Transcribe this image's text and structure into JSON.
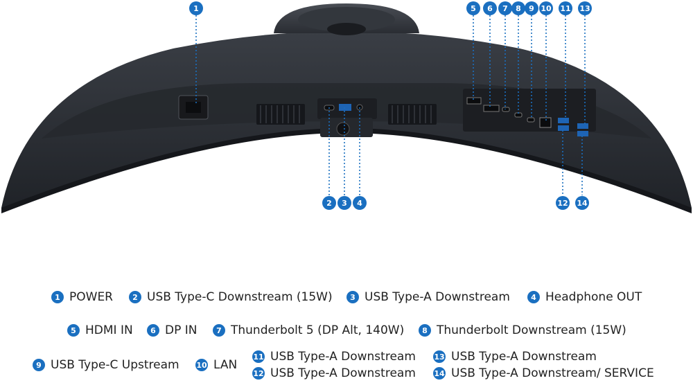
{
  "callouts_top": [
    "1",
    "5",
    "6",
    "7",
    "8",
    "9",
    "10",
    "11",
    "13"
  ],
  "callouts_bottom": [
    "2",
    "3",
    "4",
    "12",
    "14"
  ],
  "legend": [
    {
      "num": "1",
      "label": "POWER"
    },
    {
      "num": "2",
      "label": "USB Type-C Downstream (15W)"
    },
    {
      "num": "3",
      "label": "USB Type-A Downstream"
    },
    {
      "num": "4",
      "label": "Headphone OUT"
    },
    {
      "num": "5",
      "label": "HDMI IN"
    },
    {
      "num": "6",
      "label": "DP IN"
    },
    {
      "num": "7",
      "label": "Thunderbolt 5 (DP Alt, 140W)"
    },
    {
      "num": "8",
      "label": "Thunderbolt Downstream (15W)"
    },
    {
      "num": "9",
      "label": "USB Type-C Upstream"
    },
    {
      "num": "10",
      "label": "LAN"
    },
    {
      "num": "11",
      "label": "USB Type-A Downstream"
    },
    {
      "num": "12",
      "label": "USB Type-A Downstream"
    },
    {
      "num": "13",
      "label": "USB Type-A Downstream"
    },
    {
      "num": "14",
      "label": "USB Type-A Downstream/ SERVICE"
    }
  ],
  "colors": {
    "badge": "#1a6fc0",
    "monitor_body": "#2a2d33",
    "callout_line": "#1a6fc0"
  }
}
